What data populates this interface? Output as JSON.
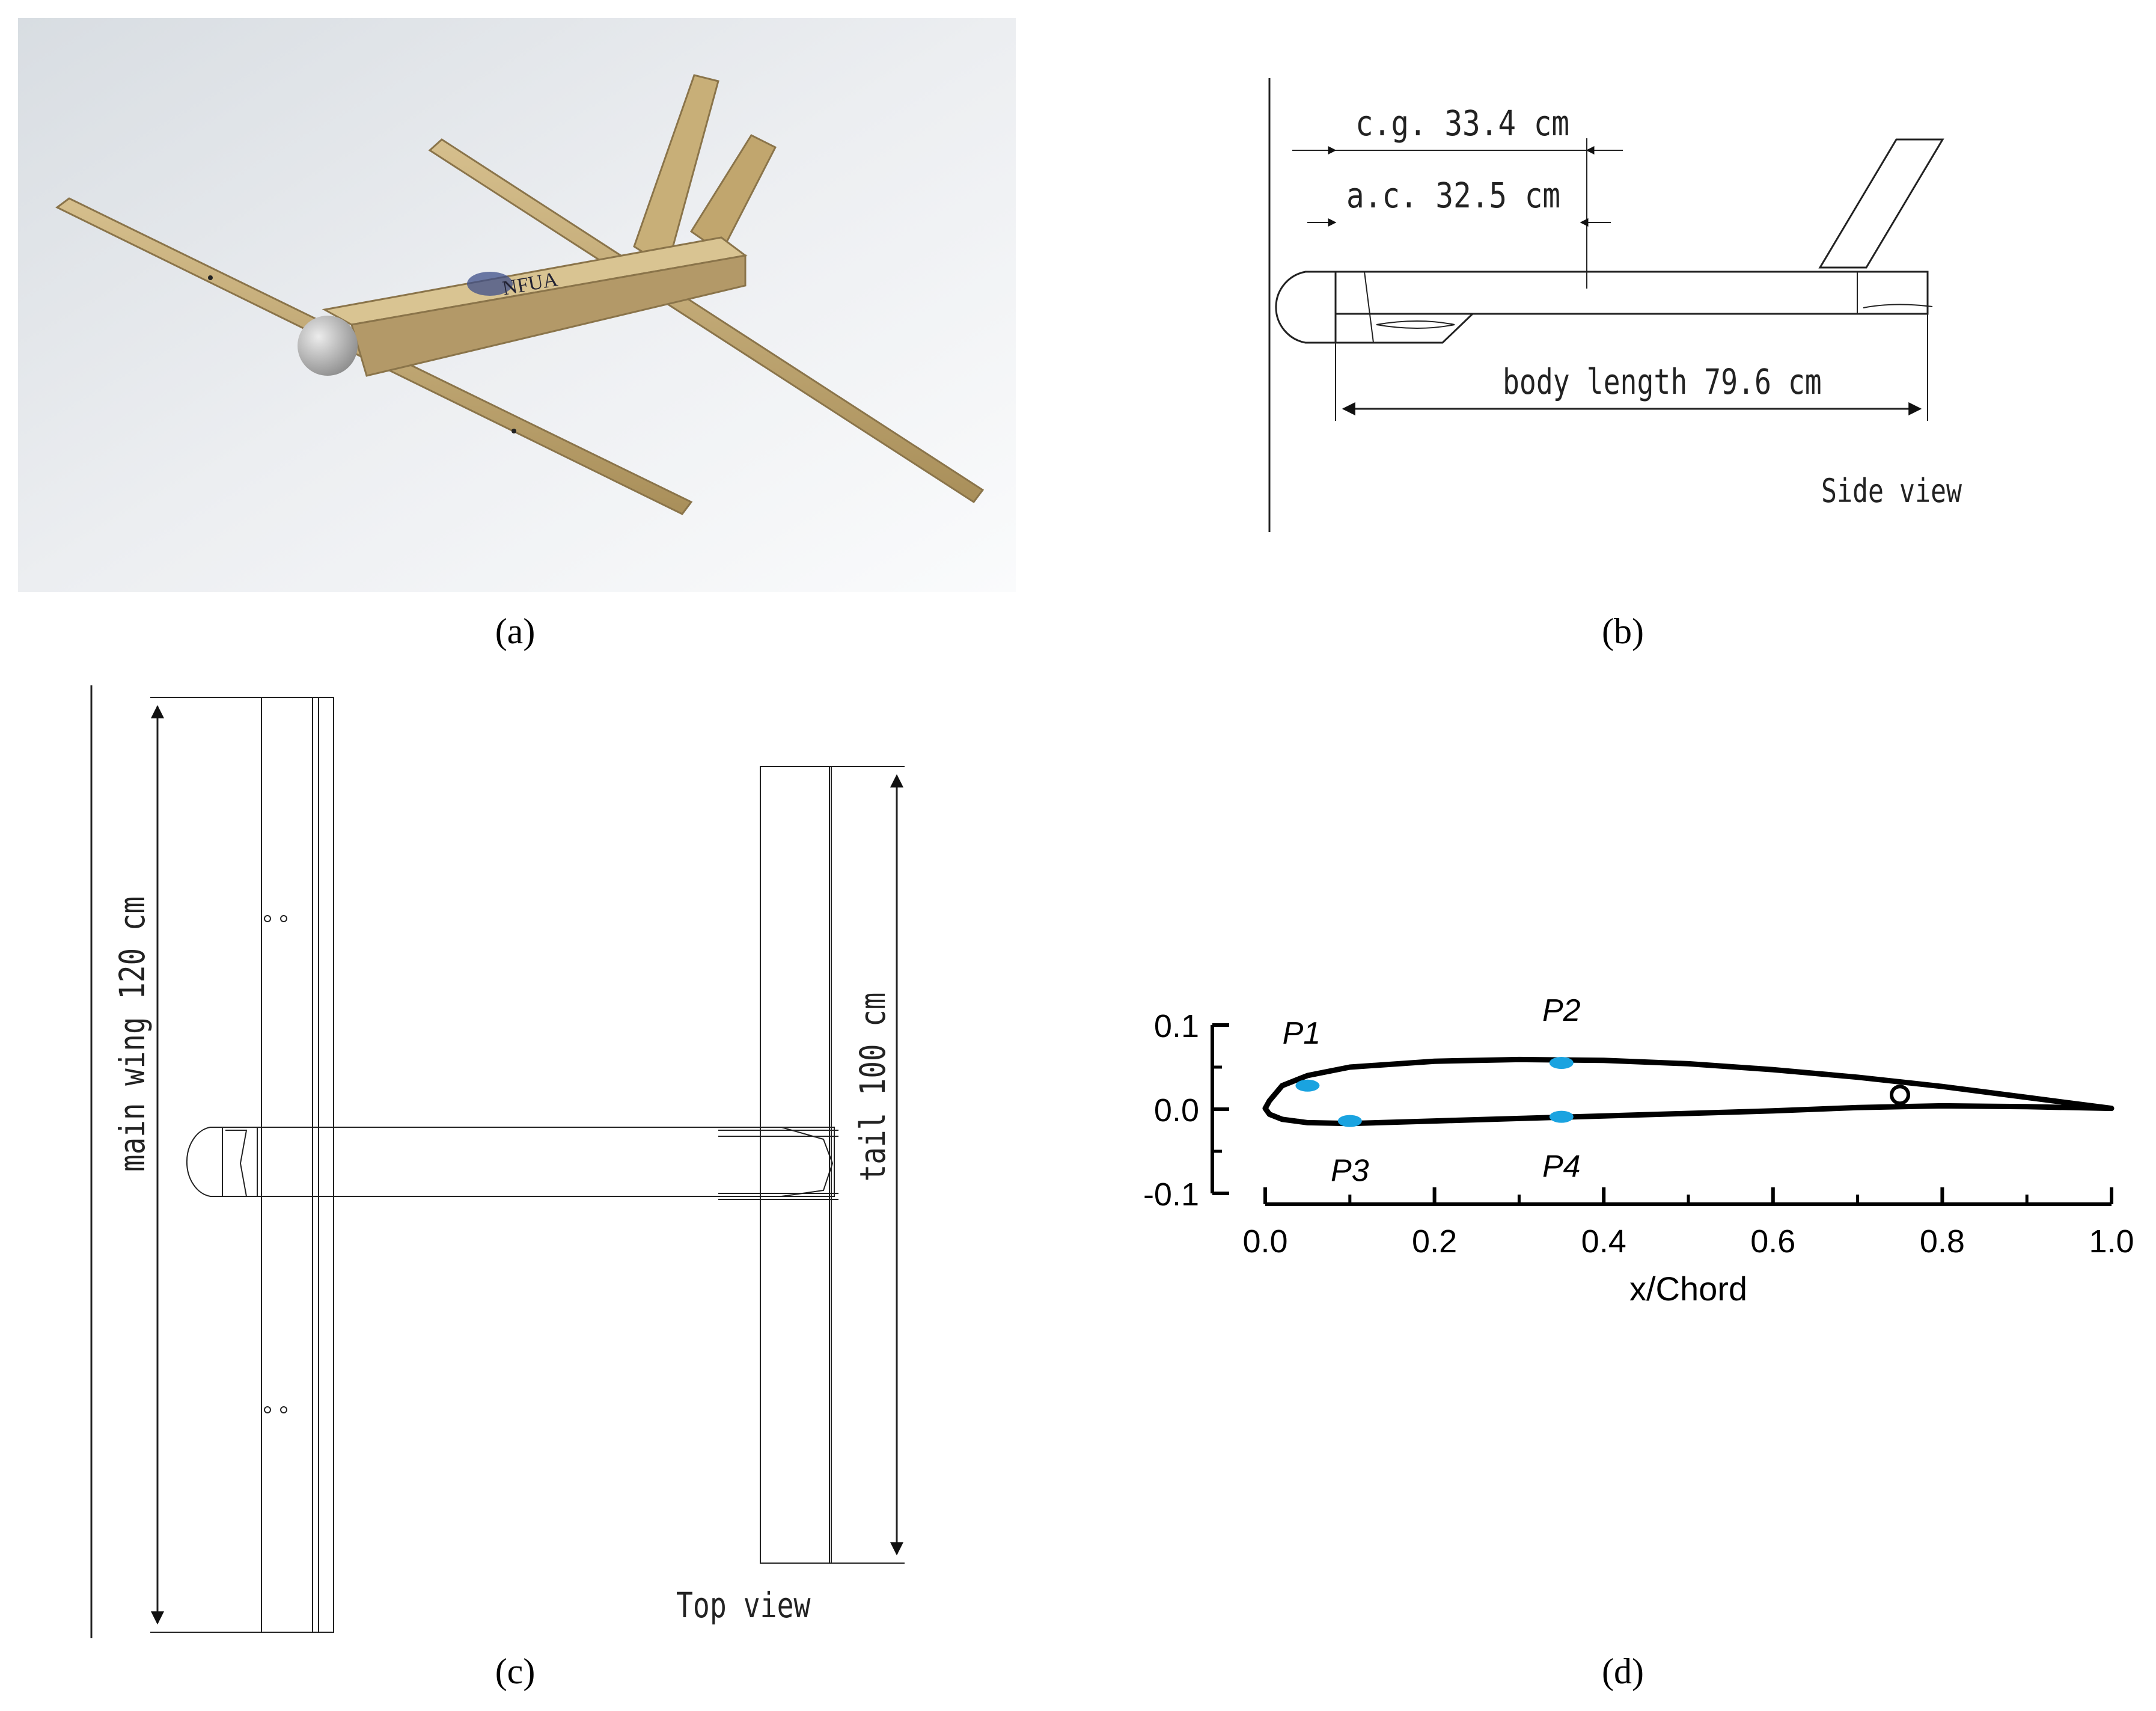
{
  "panels": {
    "a": {
      "caption": "(a)",
      "badge_text": "NFUA"
    },
    "b": {
      "caption": "(b)",
      "cg_label": "c.g. 33.4 cm",
      "ac_label": "a.c. 32.5 cm",
      "body_label": "body length 79.6 cm",
      "view_label": "Side view"
    },
    "c": {
      "caption": "(c)",
      "main_wing_label": "main wing 120 cm",
      "tail_label": "tail 100 cm",
      "view_label": "Top view"
    },
    "d": {
      "caption": "(d)",
      "xlabel": "x/Chord",
      "x_ticks": [
        "0.0",
        "0.2",
        "0.4",
        "0.6",
        "0.8",
        "1.0"
      ],
      "y_ticks": [
        "0.1",
        "0.0",
        "-0.1"
      ],
      "points": [
        "P1",
        "P2",
        "P3",
        "P4"
      ]
    }
  },
  "chart_data": {
    "type": "scatter",
    "title": "",
    "xlabel": "x/Chord",
    "ylabel": "",
    "xlim": [
      0.0,
      1.0
    ],
    "ylim": [
      -0.1,
      0.1
    ],
    "grid": false,
    "series": [
      {
        "name": "P1",
        "x": [
          0.05
        ],
        "y": [
          0.028
        ]
      },
      {
        "name": "P2",
        "x": [
          0.35
        ],
        "y": [
          0.055
        ]
      },
      {
        "name": "P3",
        "x": [
          0.1
        ],
        "y": [
          -0.014
        ]
      },
      {
        "name": "P4",
        "x": [
          0.35
        ],
        "y": [
          -0.009
        ]
      }
    ],
    "marker_color": "#1aa3e0"
  }
}
